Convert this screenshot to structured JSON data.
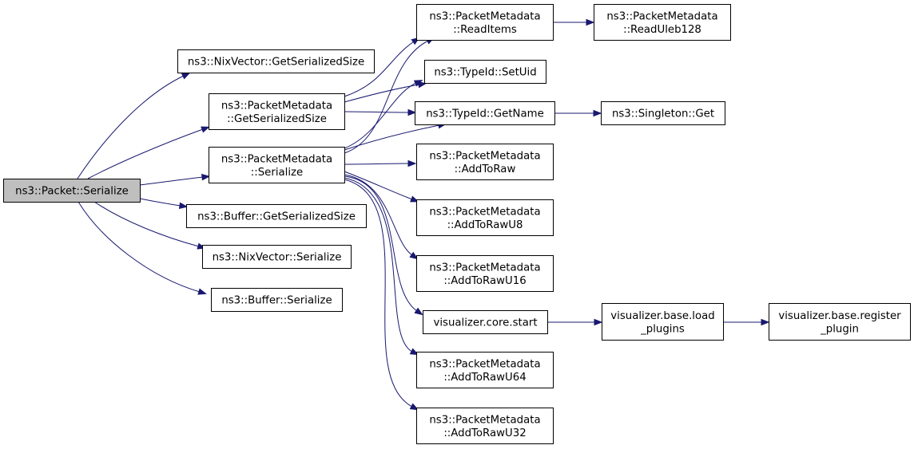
{
  "graph": {
    "edge_color": "#191970",
    "root_fill": "#bfbfbf",
    "nodes": [
      {
        "id": "packet_serialize",
        "lines": [
          "ns3::Packet::Serialize"
        ],
        "root": true
      },
      {
        "id": "nixvector_getserializedsize",
        "lines": [
          "ns3::NixVector::GetSerializedSize"
        ]
      },
      {
        "id": "pm_getserializedsize",
        "lines": [
          "ns3::PacketMetadata",
          "::GetSerializedSize"
        ]
      },
      {
        "id": "pm_serialize",
        "lines": [
          "ns3::PacketMetadata",
          "::Serialize"
        ]
      },
      {
        "id": "buffer_getserializedsize",
        "lines": [
          "ns3::Buffer::GetSerializedSize"
        ]
      },
      {
        "id": "nixvector_serialize",
        "lines": [
          "ns3::NixVector::Serialize"
        ]
      },
      {
        "id": "buffer_serialize",
        "lines": [
          "ns3::Buffer::Serialize"
        ]
      },
      {
        "id": "pm_readitems",
        "lines": [
          "ns3::PacketMetadata",
          "::ReadItems"
        ]
      },
      {
        "id": "typeid_setuid",
        "lines": [
          "ns3::TypeId::SetUid"
        ]
      },
      {
        "id": "typeid_getname",
        "lines": [
          "ns3::TypeId::GetName"
        ]
      },
      {
        "id": "pm_addtoraw",
        "lines": [
          "ns3::PacketMetadata",
          "::AddToRaw"
        ]
      },
      {
        "id": "pm_addtorawu8",
        "lines": [
          "ns3::PacketMetadata",
          "::AddToRawU8"
        ]
      },
      {
        "id": "pm_addtorawu16",
        "lines": [
          "ns3::PacketMetadata",
          "::AddToRawU16"
        ]
      },
      {
        "id": "visualizer_core_start",
        "lines": [
          "visualizer.core.start"
        ]
      },
      {
        "id": "pm_addtorawu64",
        "lines": [
          "ns3::PacketMetadata",
          "::AddToRawU64"
        ]
      },
      {
        "id": "pm_addtorawu32",
        "lines": [
          "ns3::PacketMetadata",
          "::AddToRawU32"
        ]
      },
      {
        "id": "pm_readuleb128",
        "lines": [
          "ns3::PacketMetadata",
          "::ReadUleb128"
        ]
      },
      {
        "id": "singleton_get",
        "lines": [
          "ns3::Singleton::Get"
        ]
      },
      {
        "id": "visualizer_base_load_plugins",
        "lines": [
          "visualizer.base.load",
          "_plugins"
        ]
      },
      {
        "id": "visualizer_base_register_plugin",
        "lines": [
          "visualizer.base.register",
          "_plugin"
        ]
      }
    ],
    "edges": [
      {
        "from": "packet_serialize",
        "to": "nixvector_getserializedsize"
      },
      {
        "from": "packet_serialize",
        "to": "pm_getserializedsize"
      },
      {
        "from": "packet_serialize",
        "to": "pm_serialize"
      },
      {
        "from": "packet_serialize",
        "to": "buffer_getserializedsize"
      },
      {
        "from": "packet_serialize",
        "to": "nixvector_serialize"
      },
      {
        "from": "packet_serialize",
        "to": "buffer_serialize"
      },
      {
        "from": "pm_getserializedsize",
        "to": "pm_readitems"
      },
      {
        "from": "pm_getserializedsize",
        "to": "typeid_setuid"
      },
      {
        "from": "pm_getserializedsize",
        "to": "typeid_getname"
      },
      {
        "from": "pm_serialize",
        "to": "pm_readitems"
      },
      {
        "from": "pm_serialize",
        "to": "typeid_setuid"
      },
      {
        "from": "pm_serialize",
        "to": "typeid_getname"
      },
      {
        "from": "pm_serialize",
        "to": "pm_addtoraw"
      },
      {
        "from": "pm_serialize",
        "to": "pm_addtorawu8"
      },
      {
        "from": "pm_serialize",
        "to": "pm_addtorawu16"
      },
      {
        "from": "pm_serialize",
        "to": "visualizer_core_start"
      },
      {
        "from": "pm_serialize",
        "to": "pm_addtorawu64"
      },
      {
        "from": "pm_serialize",
        "to": "pm_addtorawu32"
      },
      {
        "from": "pm_readitems",
        "to": "pm_readuleb128"
      },
      {
        "from": "typeid_getname",
        "to": "singleton_get"
      },
      {
        "from": "visualizer_core_start",
        "to": "visualizer_base_load_plugins"
      },
      {
        "from": "visualizer_base_load_plugins",
        "to": "visualizer_base_register_plugin"
      }
    ]
  }
}
